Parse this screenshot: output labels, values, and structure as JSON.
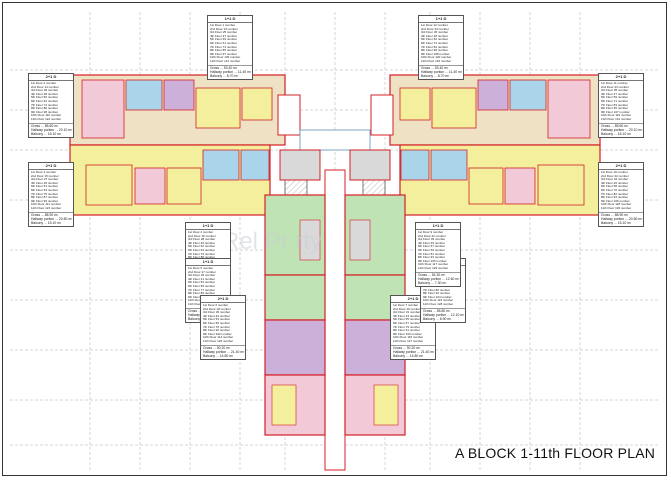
{
  "title": "A BLOCK 1-11th FLOOR PLAN",
  "watermark": "Rel Pr rty",
  "colors": {
    "wall": "#d41f26",
    "grid": "#9a9a9a",
    "room_yellow": "#f3ef9d",
    "room_blue": "#a9d4ea",
    "room_green": "#bfe3b4",
    "room_purple": "#cdb0da",
    "room_pink": "#f2c9d6",
    "room_beige": "#efe2c4",
    "stair": "#d9d9d9"
  },
  "unit_tables": [
    {
      "header": "1+1 D",
      "rows": [
        "1st Floor 1 number",
        "2nd Floor 13 number",
        "3rd Floor 25 number",
        "4th Floor 37 number",
        "5th Floor 49 number",
        "6th Floor 61 number",
        "7th Floor 73 number",
        "8th Floor 85 number",
        "9th Floor 97 number",
        "10th Floor 109 number",
        "11th Floor 121 number"
      ],
      "footer": [
        "Gross ... 53.40 m²",
        "Hallway portion ... 11.40 m²",
        "Balcony ... 8.70 m²"
      ]
    },
    {
      "header": "2+1 D",
      "rows": [
        "1st Floor 2 number",
        "2nd Floor 14 number",
        "3rd Floor 26 number",
        "4th Floor 38 number",
        "5th Floor 50 number",
        "6th Floor 62 number",
        "7th Floor 74 number",
        "8th Floor 86 number",
        "9th Floor 98 number",
        "10th Floor 110 number",
        "11th Floor 122 number"
      ],
      "footer": [
        "Gross ... 85.60 m²",
        "Hallway portion ... 20.10 m²",
        "Balcony ... 16.10 m²"
      ]
    },
    {
      "header": "2+1 D",
      "rows": [
        "1st Floor 3 number",
        "2nd Floor 15 number",
        "3rd Floor 27 number",
        "4th Floor 39 number",
        "5th Floor 51 number",
        "6th Floor 63 number",
        "7th Floor 75 number",
        "8th Floor 87 number",
        "9th Floor 99 number",
        "10th Floor 111 number",
        "11th Floor 123 number"
      ],
      "footer": [
        "Gross ... 88.90 m²",
        "Hallway portion ... 20.80 m²",
        "Balcony ... 15.10 m²"
      ]
    },
    {
      "header": "1+1 D",
      "rows": [
        "1st Floor 4 number",
        "2nd Floor 16 number",
        "3rd Floor 28 number",
        "4th Floor 40 number",
        "5th Floor 52 number",
        "6th Floor 64 number",
        "7th Floor 76 number",
        "8th Floor 88 number",
        "9th Floor 100 number",
        "10th Floor 112 number",
        "11th Floor 124 number"
      ],
      "footer": [
        "Gross ... 54.30 m²",
        "Hallway portion ... 12.60 m²",
        "Balcony ... 7.30 m²"
      ]
    },
    {
      "header": "1+1 D",
      "rows": [
        "1st Floor 5 number",
        "2nd Floor 17 number",
        "3rd Floor 29 number",
        "4th Floor 41 number",
        "5th Floor 53 number",
        "6th Floor 65 number",
        "7th Floor 77 number",
        "8th Floor 89 number",
        "9th Floor 101 number",
        "10th Floor 113 number",
        "11th Floor 125 number"
      ],
      "footer": [
        "Gross ... 55.80 m²",
        "Hallway portion ... 12.10 m²",
        "Balcony ... 6.90 m²"
      ]
    },
    {
      "header": "2+1 D",
      "rows": [
        "1st Floor 6 number",
        "2nd Floor 18 number",
        "3rd Floor 30 number",
        "4th Floor 42 number",
        "5th Floor 54 number",
        "6th Floor 66 number",
        "7th Floor 78 number",
        "8th Floor 90 number",
        "9th Floor 102 number",
        "10th Floor 114 number",
        "11th Floor 126 number"
      ],
      "footer": [
        "Gross ... 90.20 m²",
        "Hallway portion ... 21.40 m²",
        "Balcony ... 14.80 m²"
      ]
    },
    {
      "header": "2+1 D",
      "rows": [
        "1st Floor 7 number",
        "2nd Floor 19 number",
        "3rd Floor 31 number",
        "4th Floor 43 number",
        "5th Floor 55 number",
        "6th Floor 67 number",
        "7th Floor 79 number",
        "8th Floor 91 number",
        "9th Floor 103 number",
        "10th Floor 115 number",
        "11th Floor 127 number"
      ],
      "footer": [
        "Gross ... 90.20 m²",
        "Hallway portion ... 21.40 m²",
        "Balcony ... 14.80 m²"
      ]
    },
    {
      "header": "1+1 D",
      "rows": [
        "1st Floor 8 number",
        "2nd Floor 20 number",
        "3rd Floor 32 number",
        "4th Floor 44 number",
        "5th Floor 56 number",
        "6th Floor 68 number",
        "7th Floor 80 number",
        "8th Floor 92 number",
        "9th Floor 104 number",
        "10th Floor 116 number",
        "11th Floor 128 number"
      ],
      "footer": [
        "Gross ... 55.80 m²",
        "Hallway portion ... 12.10 m²",
        "Balcony ... 6.90 m²"
      ]
    },
    {
      "header": "1+1 D",
      "rows": [
        "1st Floor 9 number",
        "2nd Floor 21 number",
        "3rd Floor 33 number",
        "4th Floor 45 number",
        "5th Floor 57 number",
        "6th Floor 69 number",
        "7th Floor 81 number",
        "8th Floor 93 number",
        "9th Floor 105 number",
        "10th Floor 117 number",
        "11th Floor 129 number"
      ],
      "footer": [
        "Gross ... 54.30 m²",
        "Hallway portion ... 12.60 m²",
        "Balcony ... 7.30 m²"
      ]
    },
    {
      "header": "2+1 D",
      "rows": [
        "1st Floor 10 number",
        "2nd Floor 22 number",
        "3rd Floor 34 number",
        "4th Floor 46 number",
        "5th Floor 58 number",
        "6th Floor 70 number",
        "7th Floor 82 number",
        "8th Floor 94 number",
        "9th Floor 106 number",
        "10th Floor 118 number",
        "11th Floor 130 number"
      ],
      "footer": [
        "Gross ... 88.90 m²",
        "Hallway portion ... 20.80 m²",
        "Balcony ... 15.10 m²"
      ]
    },
    {
      "header": "2+1 D",
      "rows": [
        "1st Floor 11 number",
        "2nd Floor 23 number",
        "3rd Floor 35 number",
        "4th Floor 47 number",
        "5th Floor 59 number",
        "6th Floor 71 number",
        "7th Floor 83 number",
        "8th Floor 95 number",
        "9th Floor 107 number",
        "10th Floor 119 number",
        "11th Floor 131 number"
      ],
      "footer": [
        "Gross ... 85.60 m²",
        "Hallway portion ... 20.10 m²",
        "Balcony ... 16.10 m²"
      ]
    },
    {
      "header": "1+1 D",
      "rows": [
        "1st Floor 12 number",
        "2nd Floor 24 number",
        "3rd Floor 36 number",
        "4th Floor 48 number",
        "5th Floor 60 number",
        "6th Floor 72 number",
        "7th Floor 84 number",
        "8th Floor 96 number",
        "9th Floor 108 number",
        "10th Floor 120 number",
        "11th Floor 132 number"
      ],
      "footer": [
        "Gross ... 53.40 m²",
        "Hallway portion ... 11.40 m²",
        "Balcony ... 8.70 m²"
      ]
    }
  ]
}
